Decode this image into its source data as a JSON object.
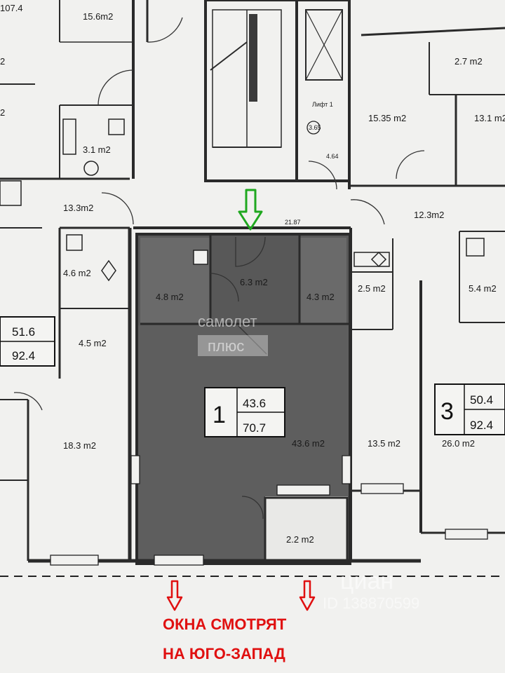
{
  "header": {
    "top_left_area": "107.4",
    "room_top_left": "15.6m2",
    "room_top_right": "2.7 m2",
    "left_edge_a": "2",
    "left_edge_b": "2"
  },
  "rooms": {
    "bath_top": "3.1 m2",
    "corridor_left": "13.3m2",
    "lift_label": "Лифт 1",
    "lift_circle": "3.65",
    "lift_value": "4.64",
    "room_15_35": "15.35 m2",
    "room_13_1": "13.1 m2",
    "hall_12_3": "12.3m2",
    "hall_dimension": "21.87",
    "room_4_6": "4.6 m2",
    "room_4_5": "4.5 m2",
    "room_18_3": "18.3 m2",
    "room_2_5": "2.5 m2",
    "room_5_4": "5.4 m2",
    "room_13_5": "13.5 m2",
    "room_26_0": "26.0 m2"
  },
  "apartment_1": {
    "number": "1",
    "living_area": "43.6",
    "total_area": "70.7",
    "room_4_8": "4.8 m2",
    "room_6_3": "6.3 m2",
    "room_4_3": "4.3 m2",
    "main_room": "43.6 m2",
    "balcony": "2.2 m2"
  },
  "apartment_left": {
    "living_area": "51.6",
    "total_area": "92.4"
  },
  "apartment_3": {
    "number": "3",
    "living_area": "50.4",
    "total_area": "92.4"
  },
  "watermarks": {
    "brand_top": "самолет",
    "brand_bottom": "плюс",
    "cian": "циан",
    "cian_id": "ID 138870599"
  },
  "caption": {
    "line1": "ОКНА СМОТРЯТ",
    "line2": "НА ЮГО-ЗАПАД"
  },
  "colors": {
    "highlight_fill": "#5b5b5b",
    "wall": "#2a2a2a",
    "entrance_arrow": "#1fa81f",
    "window_arrow": "#e01010",
    "caption": "#e01010"
  }
}
